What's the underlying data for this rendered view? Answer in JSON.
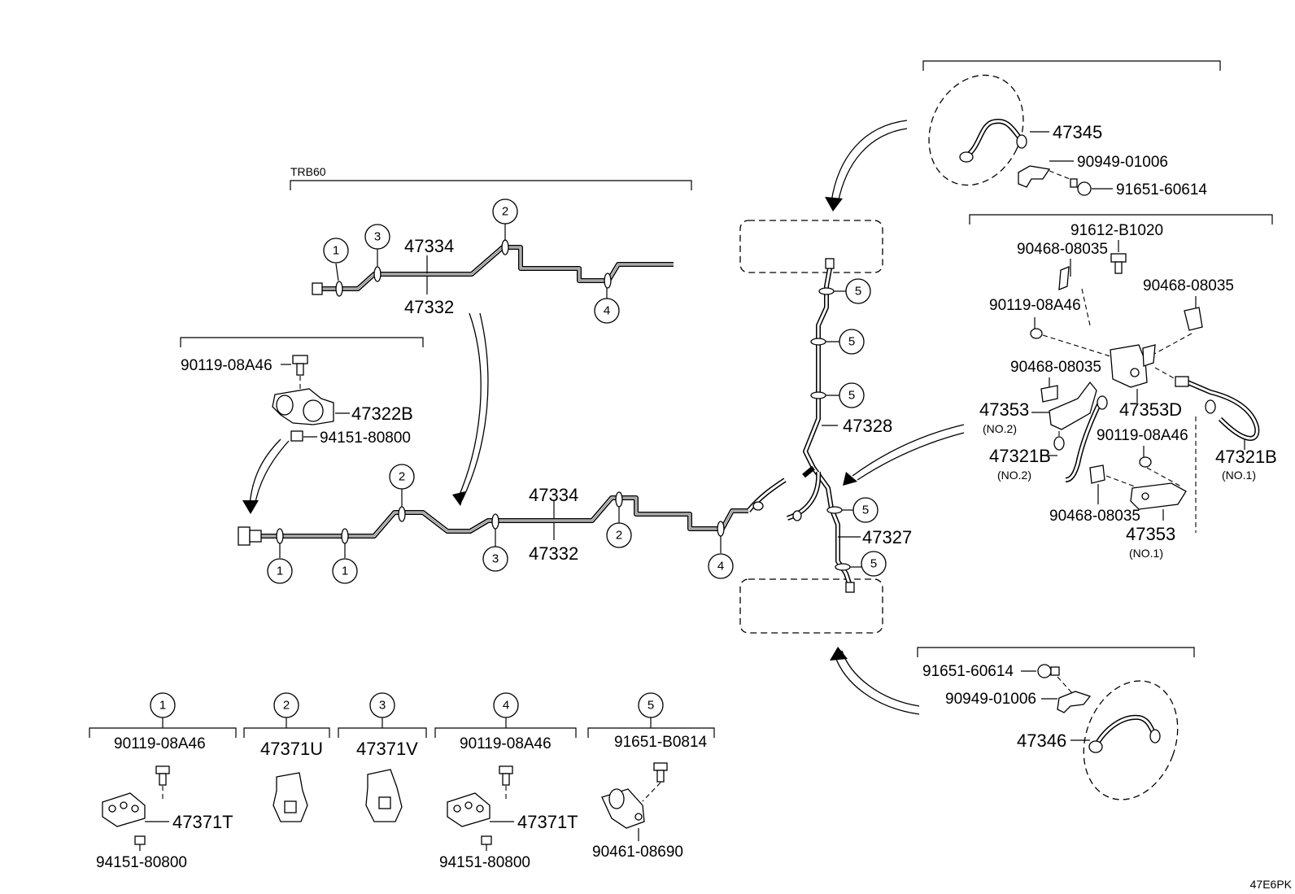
{
  "variant_label": "TRB60",
  "diagram_code": "47E6PK",
  "callouts": [
    "1",
    "2",
    "3",
    "4",
    "5"
  ],
  "parts": {
    "tube_front_1": "47334",
    "tube_front_2": "47332",
    "tube_main_1": "47334",
    "tube_main_2": "47332",
    "bolt_a": "90119-08A46",
    "junction_block": "47322B",
    "nut_a": "94151-80800",
    "tube_right": "47328",
    "tube_right_lower": "47327",
    "hose_front": "47345",
    "clip_front": "90949-01006",
    "bolt_front": "91651-60614",
    "bolt_rear_axle": "91612-B1020",
    "clip_b1": "90468-08035",
    "bolt_b": "90119-08A46",
    "clip_b2": "90468-08035",
    "clip_b3": "90468-08035",
    "bracket_no2": "47353",
    "bracket_no2_tag": "(NO.2)",
    "bracket_d": "47353D",
    "hose_no2": "47321B",
    "hose_no2_tag": "(NO.2)",
    "bolt_b2": "90119-08A46",
    "hose_no1": "47321B",
    "hose_no1_tag": "(NO.1)",
    "clip_b4": "90468-08035",
    "bracket_no1": "47353",
    "bracket_no1_tag": "(NO.1)",
    "bolt_rear": "91651-60614",
    "clip_rear": "90949-01006",
    "hose_rear": "47346"
  },
  "legend": {
    "c1_bolt": "90119-08A46",
    "c1_clamp": "47371T",
    "c1_nut": "94151-80800",
    "c2_clamp": "47371U",
    "c3_clamp": "47371V",
    "c4_bolt": "90119-08A46",
    "c4_clamp": "47371T",
    "c4_nut": "94151-80800",
    "c5_bolt": "91651-B0814",
    "c5_clamp": "90461-08690"
  }
}
